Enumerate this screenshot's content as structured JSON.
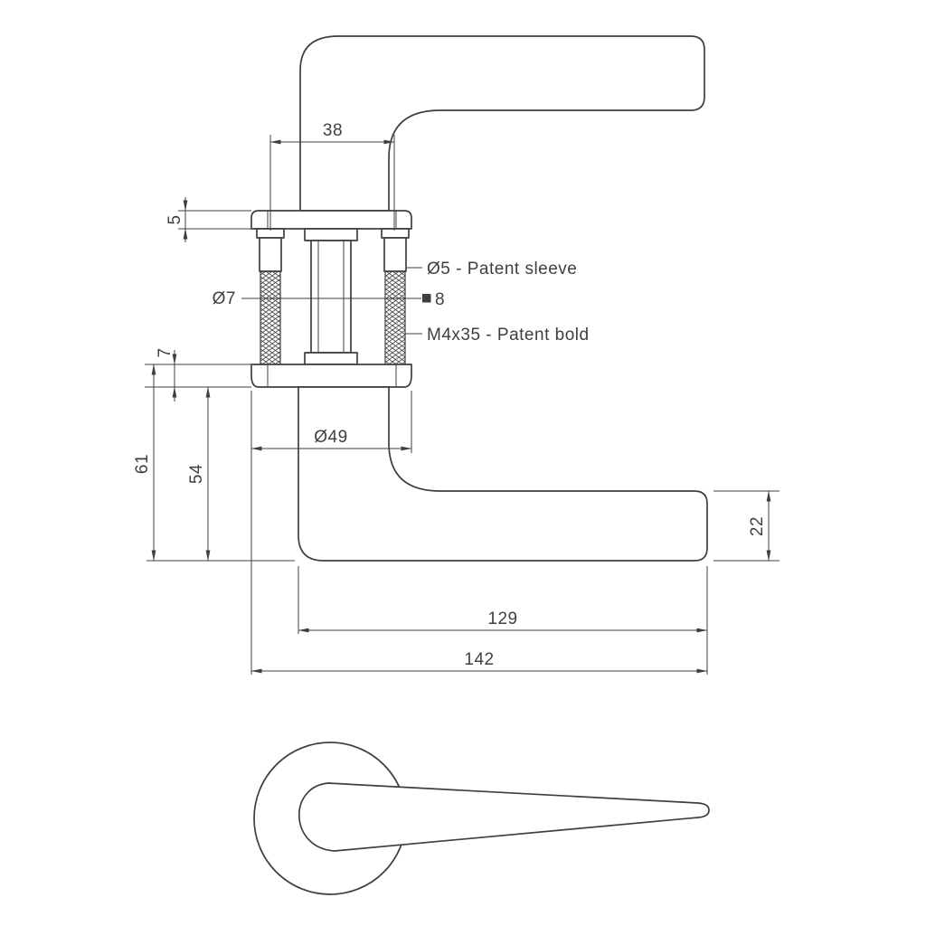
{
  "colors": {
    "line": "#3f3f3f",
    "bg": "#ffffff"
  },
  "labels": {
    "screw_spacing": "38",
    "plate_thickness": "5",
    "screw_dia": "Ø7",
    "sleeve_note": "Ø5 - Patent sleeve",
    "spindle_size": "8",
    "bolt_note": "M4x35 - Patent bold",
    "rose_thickness": "7",
    "rose_dia": "Ø49",
    "height_total": "61",
    "height_lower": "54",
    "lever_thickness": "22",
    "lever_length": "129",
    "total_length": "142"
  }
}
